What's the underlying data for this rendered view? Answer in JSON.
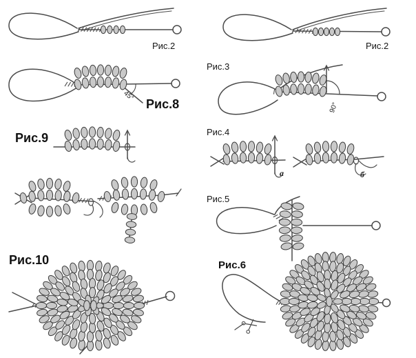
{
  "labels": {
    "fig2_left": "Рис.2",
    "fig8": "Рис.8",
    "fig9": "Рис.9",
    "fig10": "Рис.10",
    "fig2_right": "Рис.2",
    "fig3": "Рис.3",
    "fig4": "Рис.4",
    "fig5": "Рис.5",
    "fig6": "Рис.6"
  },
  "annotations": {
    "angle45": "45°",
    "angle90": "90°",
    "variant_a": "а",
    "variant_b": "б"
  },
  "colors": {
    "background": "#ffffff",
    "wire": "#4a4a4a",
    "bead_fill": "#c9c9c9",
    "bead_stroke": "#3a3a3a",
    "label_text": "#161616"
  }
}
